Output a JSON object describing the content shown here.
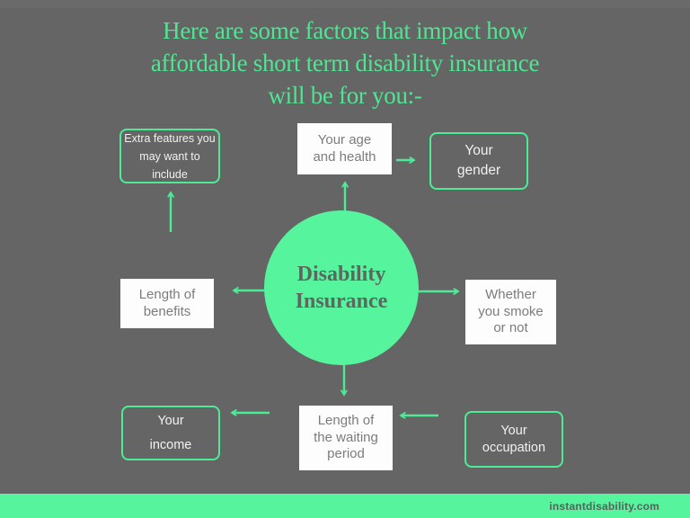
{
  "title": {
    "lines": [
      "Here are some factors that impact how",
      "affordable short term disability insurance",
      "will be for you:-"
    ]
  },
  "center": {
    "lines": [
      "Disability",
      "Insurance"
    ]
  },
  "nodes": [
    {
      "id": "extra-features",
      "style": "outline",
      "lines": [
        "Extra features you",
        "may want to",
        "include"
      ]
    },
    {
      "id": "age-and-health",
      "style": "solid",
      "lines": [
        "Your age",
        "and health"
      ]
    },
    {
      "id": "gender",
      "style": "outline",
      "lines": [
        "Your",
        "gender"
      ]
    },
    {
      "id": "length-of-benefits",
      "style": "solid",
      "lines": [
        "Length of",
        "benefits"
      ]
    },
    {
      "id": "smoke-or-not",
      "style": "solid",
      "lines": [
        "Whether",
        "you smoke",
        "or not"
      ]
    },
    {
      "id": "income",
      "style": "outline",
      "lines": [
        "Your",
        "income"
      ]
    },
    {
      "id": "waiting-period",
      "style": "solid",
      "lines": [
        "Length of",
        "the waiting",
        "period"
      ]
    },
    {
      "id": "occupation",
      "style": "outline",
      "lines": [
        "Your",
        "occupation"
      ]
    }
  ],
  "footer": {
    "website": "instantdisability.com"
  },
  "colors": {
    "background": "#656565",
    "accent_green": "#55F49D",
    "border_green": "#4DEB96",
    "title_green": "#4FE592",
    "box_bg_white": "#FDFDFD",
    "box_text_gray": "#7C7C7C",
    "circle_text_gray": "#5E6660",
    "footer_text_gray": "#5E5E5E"
  }
}
